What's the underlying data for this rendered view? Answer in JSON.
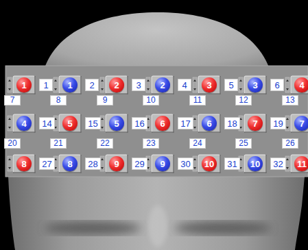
{
  "diagram": {
    "nodes": [
      {
        "text": [
          "1"
        ]
      },
      {
        "text": [
          "1"
        ]
      },
      {
        "text": [
          "1"
        ]
      },
      {
        "text": [
          "2"
        ]
      },
      {
        "text": [
          "2"
        ]
      },
      {
        "text": [
          "3"
        ]
      },
      {
        "text": [
          "2"
        ]
      },
      {
        "text": [
          "4"
        ]
      },
      {
        "text": [
          "3"
        ]
      },
      {
        "text": [
          "5"
        ]
      },
      {
        "text": [
          "3"
        ]
      },
      {
        "text": [
          "6"
        ]
      },
      {
        "text": [
          "4"
        ]
      },
      {
        "text": [
          "7"
        ]
      },
      {
        "text": [
          "8"
        ]
      },
      {
        "text": [
          "9"
        ]
      },
      {
        "text": [
          "10"
        ]
      },
      {
        "text": [
          "11"
        ]
      },
      {
        "text": [
          "12"
        ]
      },
      {
        "text": [
          "13"
        ]
      },
      {
        "text": [
          "4"
        ]
      },
      {
        "text": [
          "14"
        ]
      },
      {
        "text": [
          "5"
        ]
      },
      {
        "text": [
          "15"
        ]
      },
      {
        "text": [
          "5"
        ]
      },
      {
        "text": [
          "16"
        ]
      },
      {
        "text": [
          "6"
        ]
      },
      {
        "text": [
          "17"
        ]
      },
      {
        "text": [
          "6"
        ]
      },
      {
        "text": [
          "18"
        ]
      },
      {
        "text": [
          "7"
        ]
      },
      {
        "text": [
          "19"
        ]
      },
      {
        "text": [
          "7"
        ]
      },
      {
        "text": [
          "20"
        ]
      },
      {
        "text": [
          "21"
        ]
      },
      {
        "text": [
          "22"
        ]
      },
      {
        "text": [
          "23"
        ]
      },
      {
        "text": [
          "24"
        ]
      },
      {
        "text": [
          "25"
        ]
      },
      {
        "text": [
          "26"
        ]
      },
      {
        "text": [
          "8"
        ]
      },
      {
        "text": [
          "27"
        ]
      },
      {
        "text": [
          "8"
        ]
      },
      {
        "text": [
          "28"
        ]
      },
      {
        "text": [
          "9"
        ]
      },
      {
        "text": [
          "29"
        ]
      },
      {
        "text": [
          "9"
        ]
      },
      {
        "text": [
          "30"
        ]
      },
      {
        "text": [
          "10"
        ]
      },
      {
        "text": [
          "31"
        ]
      },
      {
        "text": [
          "10"
        ]
      },
      {
        "text": [
          "32"
        ]
      },
      {
        "text": [
          "11"
        ]
      }
    ]
  }
}
